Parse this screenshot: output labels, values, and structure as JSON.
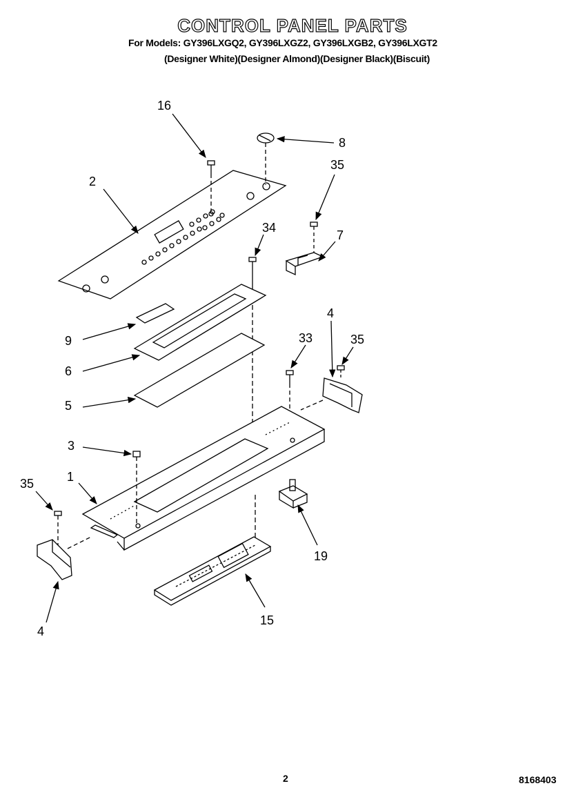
{
  "header": {
    "title": "CONTROL PANEL PARTS",
    "models_line": "For Models: GY396LXGQ2, GY396LXGZ2, GY396LXGB2, GY396LXGT2",
    "colors_line": "(Designer White)(Designer Almond)(Designer Black)(Biscuit)"
  },
  "callouts": {
    "c16": "16",
    "c8": "8",
    "c2": "2",
    "c35a": "35",
    "c7": "7",
    "c34": "34",
    "c9": "9",
    "c6": "6",
    "c5": "5",
    "c4a": "4",
    "c33": "33",
    "c35b": "35",
    "c3": "3",
    "c1": "1",
    "c35c": "35",
    "c19": "19",
    "c4b": "4",
    "c15": "15"
  },
  "footer": {
    "page_number": "2",
    "document_number": "8168403"
  }
}
